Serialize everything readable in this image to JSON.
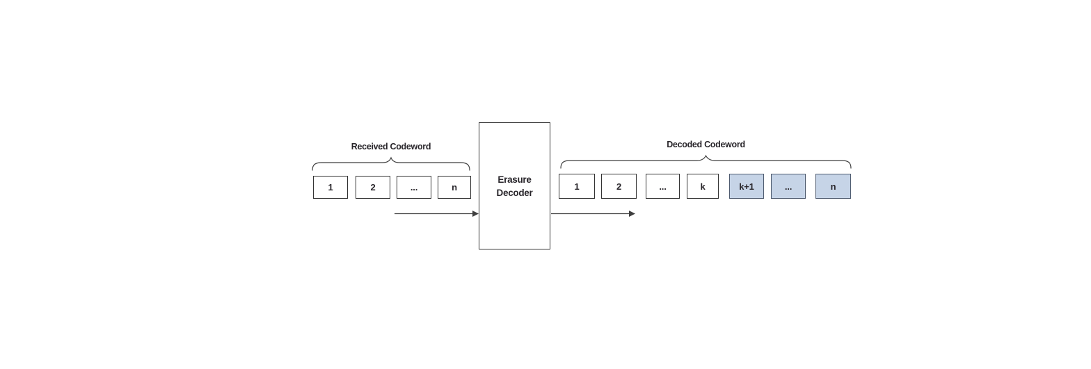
{
  "figure": {
    "received": {
      "label": "Received Codeword",
      "cells": [
        {
          "label": "1",
          "shaded": false
        },
        {
          "label": "2",
          "shaded": false
        },
        {
          "label": "...",
          "shaded": false
        },
        {
          "label": "n",
          "shaded": false
        }
      ]
    },
    "decoder": {
      "line1": "Erasure",
      "line2": "Decoder"
    },
    "decoded": {
      "label": "Decoded Codeword",
      "cells": [
        {
          "label": "1",
          "shaded": false
        },
        {
          "label": "2",
          "shaded": false
        },
        {
          "label": "...",
          "shaded": false
        },
        {
          "label": "k",
          "shaded": false
        },
        {
          "label": "k+1",
          "shaded": true
        },
        {
          "label": "...",
          "shaded": true
        },
        {
          "label": "n",
          "shaded": true
        }
      ]
    }
  },
  "colors": {
    "background": "#ffffff",
    "text": "#29262b",
    "line": "#3f3f3f",
    "box_border": "#333333",
    "shaded_fill": "#c6d4e7",
    "shaded_border": "#4d5a6e"
  }
}
